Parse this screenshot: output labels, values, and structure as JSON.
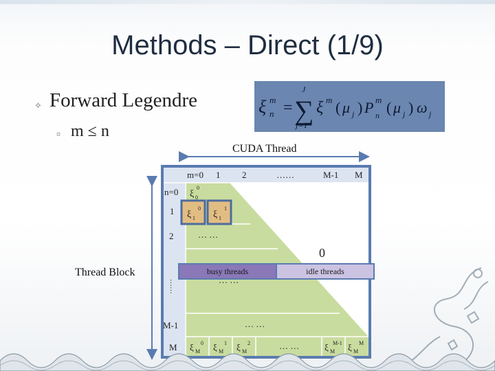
{
  "slide": {
    "title": "Methods – Direct (1/9)",
    "bullet_level1": "Forward Legendre",
    "bullet_level2": "m ≤ n"
  },
  "formula": {
    "upper_limit": "J",
    "lower_limit": "j=1",
    "lhs": "ξ",
    "lhs_sup": "m",
    "lhs_sub": "n",
    "body": "ξ (μ ) P (μ ) ω",
    "body_sup1": "m",
    "body_sub1": "j",
    "body_sup2": "m",
    "body_sub2": "n",
    "body_sub3": "j",
    "body_sub4": "j"
  },
  "labels": {
    "cuda_thread": "CUDA Thread",
    "thread_block": "Thread Block"
  },
  "diagram": {
    "col_headers": [
      "m=0",
      "1",
      "2",
      "……",
      "M-1",
      "M"
    ],
    "row_headers": [
      "n=0",
      "1",
      "2",
      "……",
      "M-1",
      "M"
    ],
    "row_dots": "… …",
    "zero_label": "0",
    "busy_label": "busy threads",
    "idle_label": "idle threads",
    "xi_symbol": "ξ",
    "cell_00_sub": "0",
    "cell_00_sup": "0",
    "cell_10_sub": "1",
    "cell_10_sup": "0",
    "cell_11_sub": "1",
    "cell_11_sup": "1",
    "bottom_cells": [
      {
        "sub": "M",
        "sup": "0"
      },
      {
        "sub": "M",
        "sup": "1"
      },
      {
        "sub": "M",
        "sup": "2"
      },
      {
        "sub": "M",
        "sup": "M-1"
      },
      {
        "sub": "M",
        "sup": "M"
      }
    ],
    "bottom_dots": "… …",
    "colors": {
      "frame": "#5a7bb0",
      "header_bg": "#dbe4f0",
      "triangle": "#c9dc9f",
      "upper": "#ffffff",
      "highlight": "#e2bd83",
      "busy": "#8a78b8",
      "idle": "#ccc3e3"
    }
  }
}
